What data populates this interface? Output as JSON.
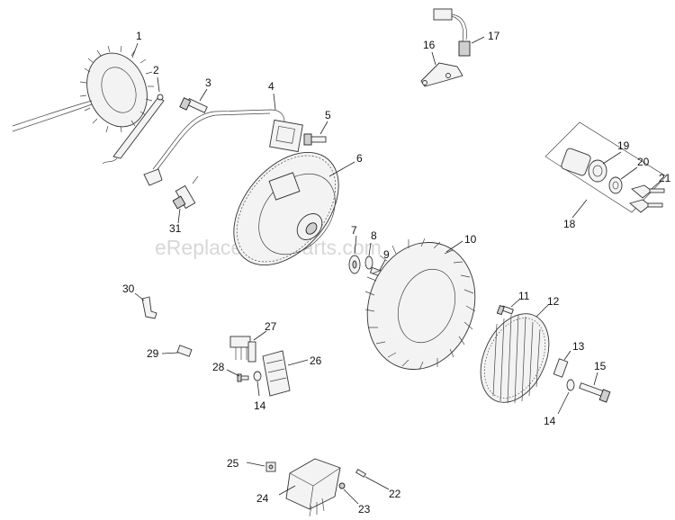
{
  "watermark": "eReplacementParts.com",
  "labels": {
    "l1": "1",
    "l2": "2",
    "l3": "3",
    "l4": "4",
    "l5": "5",
    "l6": "6",
    "l7": "7",
    "l8": "8",
    "l9": "9",
    "l10": "10",
    "l11": "11",
    "l12": "12",
    "l13": "13",
    "l14a": "14",
    "l14b": "14",
    "l15": "15",
    "l16": "16",
    "l17": "17",
    "l18": "18",
    "l19": "19",
    "l20": "20",
    "l21": "21",
    "l22": "22",
    "l23": "23",
    "l24": "24",
    "l25": "25",
    "l26": "26",
    "l27": "27",
    "l28": "28",
    "l29": "29",
    "l30": "30",
    "l31": "31"
  }
}
